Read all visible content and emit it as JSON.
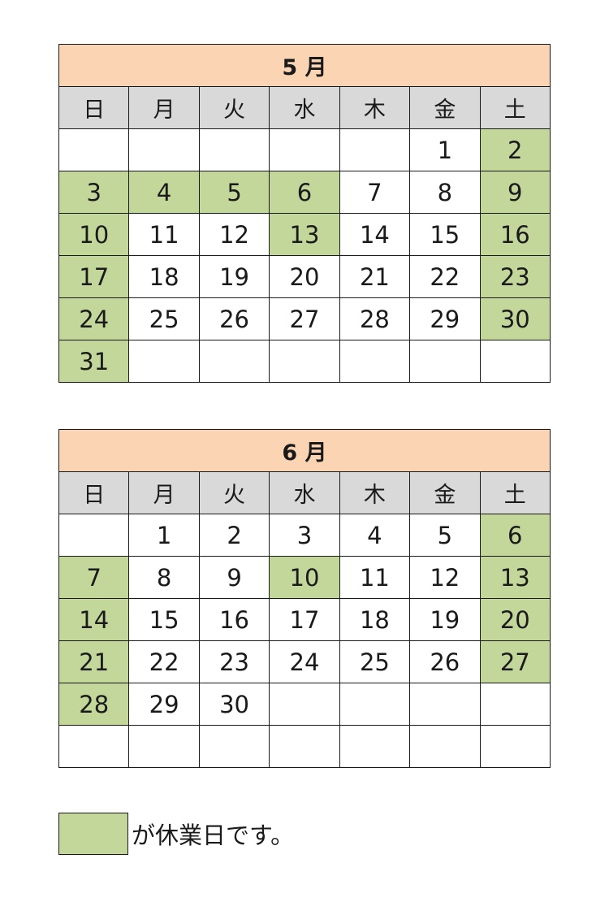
{
  "colors": {
    "holiday": "#c4d79b",
    "month_header": "#fbd4b4",
    "weekday_header": "#d9d9d9"
  },
  "weekdays": [
    "日",
    "月",
    "火",
    "水",
    "木",
    "金",
    "土"
  ],
  "calendars": [
    {
      "title": "5 月",
      "weeks": [
        [
          "",
          "",
          "",
          "",
          "",
          "1",
          "2"
        ],
        [
          "3",
          "4",
          "5",
          "6",
          "7",
          "8",
          "9"
        ],
        [
          "10",
          "11",
          "12",
          "13",
          "14",
          "15",
          "16"
        ],
        [
          "17",
          "18",
          "19",
          "20",
          "21",
          "22",
          "23"
        ],
        [
          "24",
          "25",
          "26",
          "27",
          "28",
          "29",
          "30"
        ],
        [
          "31",
          "",
          "",
          "",
          "",
          "",
          ""
        ]
      ],
      "holidays": [
        "2",
        "3",
        "4",
        "5",
        "6",
        "9",
        "10",
        "13",
        "16",
        "17",
        "23",
        "24",
        "30",
        "31"
      ]
    },
    {
      "title": "6 月",
      "weeks": [
        [
          "",
          "1",
          "2",
          "3",
          "4",
          "5",
          "6"
        ],
        [
          "7",
          "8",
          "9",
          "10",
          "11",
          "12",
          "13"
        ],
        [
          "14",
          "15",
          "16",
          "17",
          "18",
          "19",
          "20"
        ],
        [
          "21",
          "22",
          "23",
          "24",
          "25",
          "26",
          "27"
        ],
        [
          "28",
          "29",
          "30",
          "",
          "",
          "",
          ""
        ],
        [
          "",
          "",
          "",
          "",
          "",
          "",
          ""
        ]
      ],
      "holidays": [
        "6",
        "7",
        "10",
        "13",
        "14",
        "20",
        "21",
        "27",
        "28"
      ]
    }
  ],
  "legend": {
    "text": "が休業日です。"
  }
}
